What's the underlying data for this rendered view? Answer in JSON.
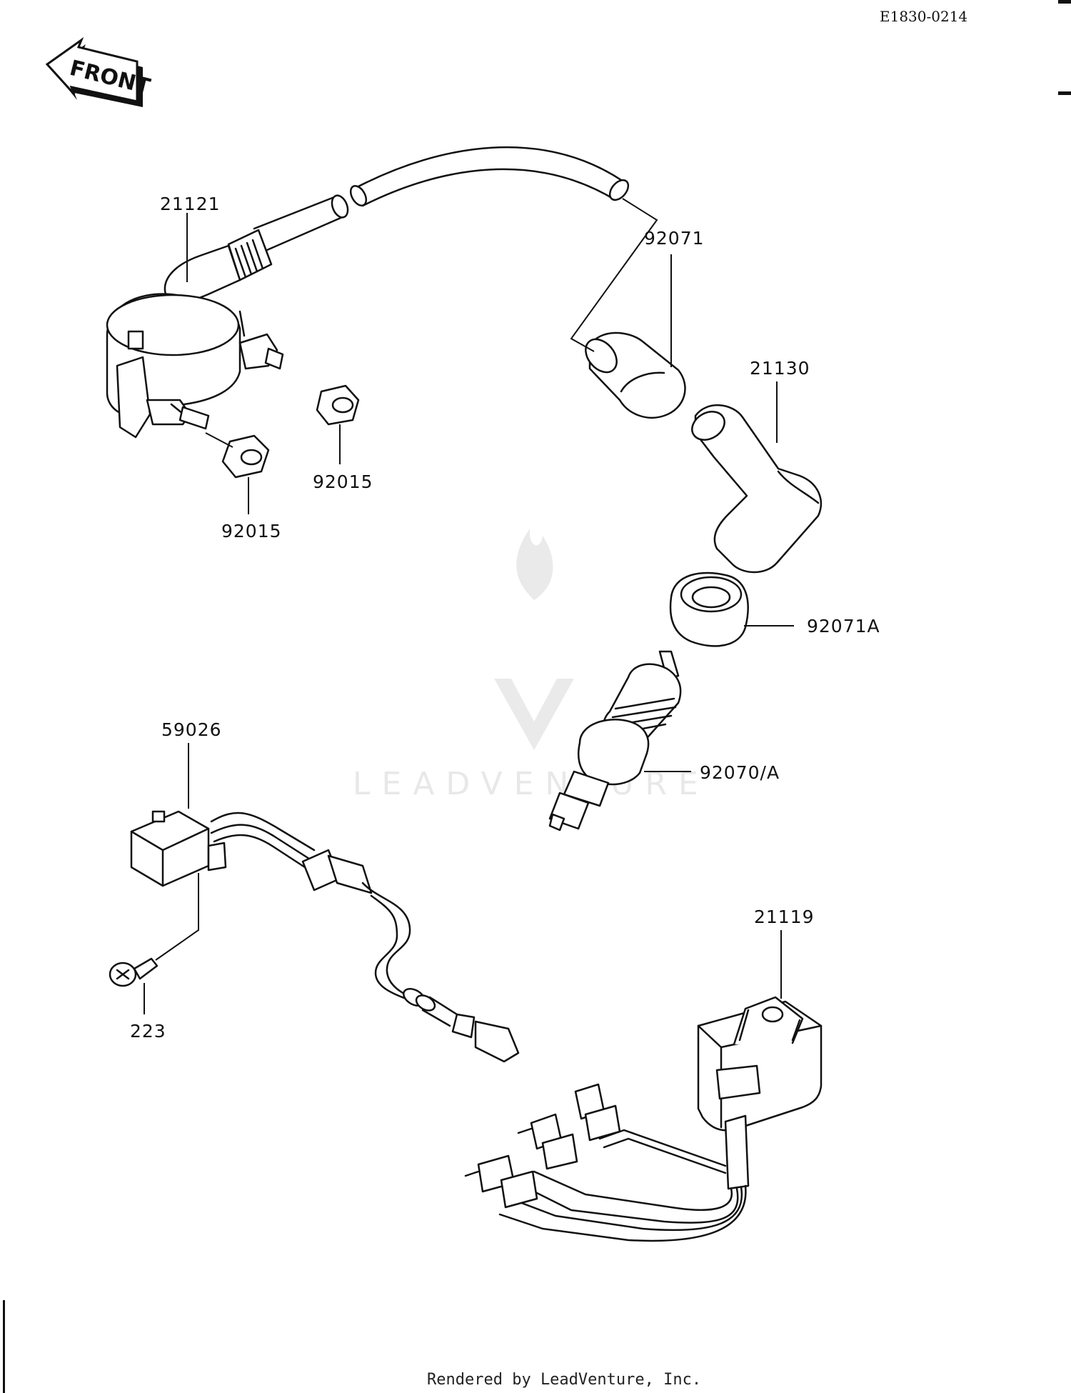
{
  "diagram_code": "E1830-0214",
  "front_label": "FRONT",
  "watermark": "LEADVENTURE",
  "footer": "Rendered by LeadVenture, Inc.",
  "parts": [
    {
      "id": "p21121",
      "label": "21121"
    },
    {
      "id": "p92071",
      "label": "92071"
    },
    {
      "id": "p21130",
      "label": "21130"
    },
    {
      "id": "p92015a",
      "label": "92015"
    },
    {
      "id": "p92015b",
      "label": "92015"
    },
    {
      "id": "p92071A",
      "label": "92071A"
    },
    {
      "id": "p59026",
      "label": "59026"
    },
    {
      "id": "p92070A",
      "label": "92070/A"
    },
    {
      "id": "p223",
      "label": "223"
    },
    {
      "id": "p21119",
      "label": "21119"
    }
  ]
}
